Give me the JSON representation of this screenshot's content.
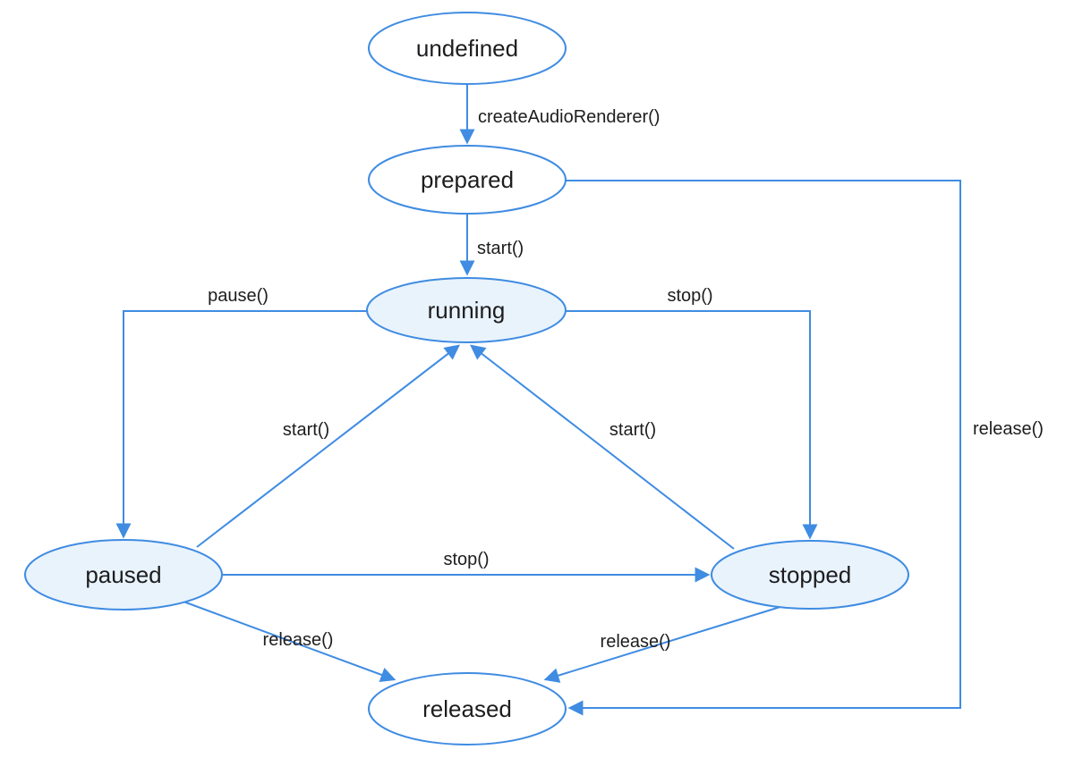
{
  "diagram": {
    "type": "state-transition-diagram",
    "colors": {
      "stroke": "#3f8ce2",
      "node_fill_default": "#ffffff",
      "node_fill_active": "#e9f3fc",
      "text": "#1d1d1f"
    },
    "nodes": [
      {
        "id": "undefined",
        "label": "undefined",
        "fill": "default"
      },
      {
        "id": "prepared",
        "label": "prepared",
        "fill": "default"
      },
      {
        "id": "running",
        "label": "running",
        "fill": "active"
      },
      {
        "id": "paused",
        "label": "paused",
        "fill": "active"
      },
      {
        "id": "stopped",
        "label": "stopped",
        "fill": "active"
      },
      {
        "id": "released",
        "label": "released",
        "fill": "default"
      }
    ],
    "edges": [
      {
        "from": "undefined",
        "to": "prepared",
        "label": "createAudioRenderer()"
      },
      {
        "from": "prepared",
        "to": "running",
        "label": "start()"
      },
      {
        "from": "running",
        "to": "paused",
        "label": "pause()"
      },
      {
        "from": "running",
        "to": "stopped",
        "label": "stop()"
      },
      {
        "from": "paused",
        "to": "running",
        "label": "start()"
      },
      {
        "from": "stopped",
        "to": "running",
        "label": "start()"
      },
      {
        "from": "paused",
        "to": "stopped",
        "label": "stop()"
      },
      {
        "from": "paused",
        "to": "released",
        "label": "release()"
      },
      {
        "from": "stopped",
        "to": "released",
        "label": "release()"
      },
      {
        "from": "prepared",
        "to": "released",
        "label": "release()"
      }
    ]
  }
}
